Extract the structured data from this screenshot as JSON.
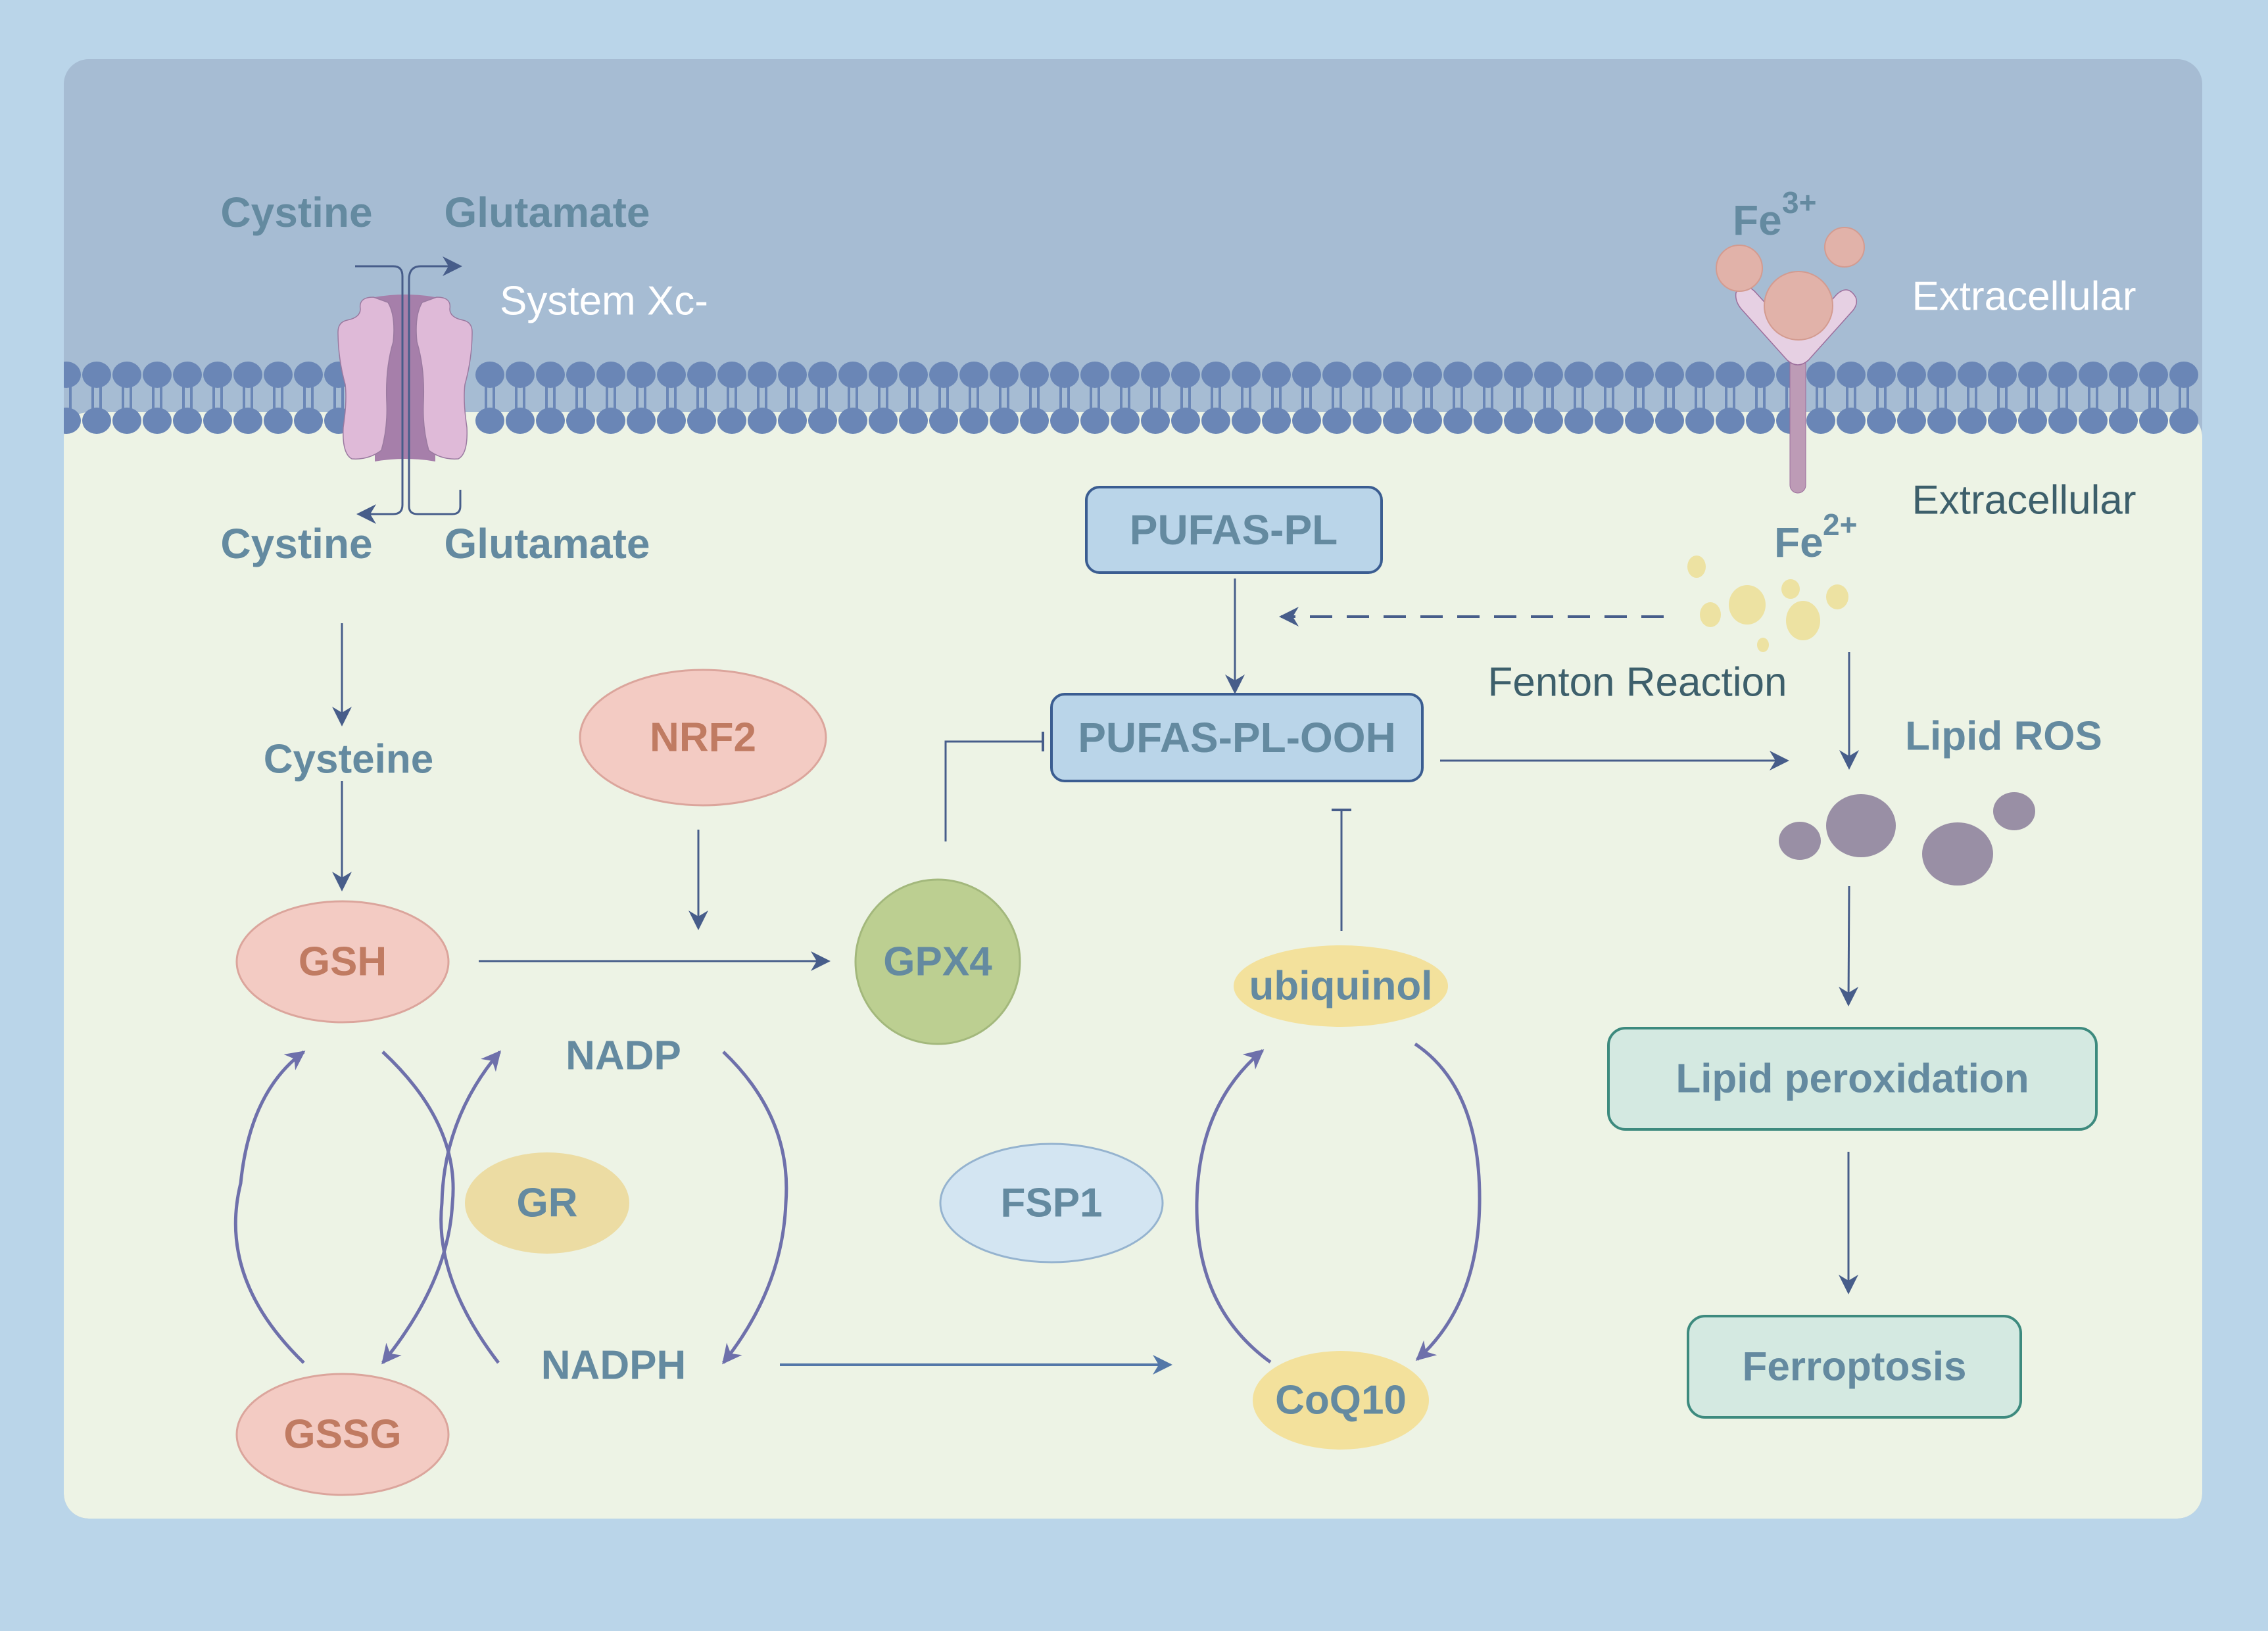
{
  "colors": {
    "page_background": "#bad5e9",
    "extracellular_region": "#a6bcd3",
    "intracellular_region": "#edf3e5",
    "membrane": "#6a86b6",
    "text_primary": "#648aa0",
    "text_enzyme_pink": "#c07b62",
    "arrow": "#475d8a",
    "cycle_arrow": "#6e70ab",
    "node_pink_fill": "#f3cbc3",
    "node_pink_stroke": "#dba59c",
    "node_green_fill": "#bccf91",
    "node_yellow_fill": "#f3e19c",
    "node_gr_fill": "#ecdca3",
    "node_fsp1_fill": "#d3e5f2",
    "box_blue_fill": "#bad5e9",
    "box_blue_stroke": "#3b5d91",
    "box_green_fill": "#d4e9e1",
    "box_green_stroke": "#3d8a7e",
    "transporter_light": "#dfbad8",
    "transporter_dark": "#a67faa",
    "receptor_stem": "#bd9bb6",
    "receptor_arms": "#e6d0e3",
    "fe3_particle": "#e1b2a9",
    "fe2_particle": "#ede2a2",
    "lipid_ros_particle": "#998fa5"
  },
  "regions": {
    "extracellular_top": "Extracellular",
    "extracellular_bottom": "Extracellular"
  },
  "transporter": {
    "name": "System Xc-",
    "outside_in": "Cystine",
    "outside_out": "Glutamate",
    "inside_in": "Cystine",
    "inside_out": "Glutamate"
  },
  "iron": {
    "fe3_base": "Fe",
    "fe3_charge": "3+",
    "fe2_base": "Fe",
    "fe2_charge": "2+",
    "fenton_label": "Fenton Reaction"
  },
  "nodes": {
    "cysteine": "Cysteine",
    "gsh": "GSH",
    "gssg": "GSSG",
    "nrf2": "NRF2",
    "gpx4": "GPX4",
    "gr": "GR",
    "nadp": "NADP",
    "nadph": "NADPH",
    "fsp1": "FSP1",
    "ubiquinol": "ubiquinol",
    "coq10": "CoQ10",
    "pufas_pl": "PUFAS-PL",
    "pufas_pl_ooh": "PUFAS-PL-OOH",
    "lipid_ros": "Lipid ROS",
    "lipid_peroxidation": "Lipid peroxidation",
    "ferroptosis": "Ferroptosis"
  },
  "relations": [
    {
      "from": "Cystine (intracellular)",
      "to": "Cysteine",
      "type": "activation"
    },
    {
      "from": "Cysteine",
      "to": "GSH",
      "type": "activation"
    },
    {
      "from": "GSH",
      "to": "GPX4",
      "type": "activation"
    },
    {
      "from": "NRF2",
      "to": "GSH-GPX4 axis",
      "type": "activation"
    },
    {
      "from": "GPX4",
      "to": "PUFAS-PL-OOH",
      "type": "inhibition"
    },
    {
      "from": "PUFAS-PL",
      "to": "PUFAS-PL-OOH",
      "type": "activation"
    },
    {
      "from": "Fe2+",
      "to": "PUFAS-PL",
      "type": "dashed activation",
      "label": "Fenton Reaction"
    },
    {
      "from": "Fe2+",
      "to": "Lipid ROS",
      "type": "activation"
    },
    {
      "from": "PUFAS-PL-OOH",
      "to": "Lipid ROS",
      "type": "activation"
    },
    {
      "from": "ubiquinol",
      "to": "PUFAS-PL-OOH",
      "type": "inhibition"
    },
    {
      "from": "NADPH",
      "to": "CoQ10",
      "type": "activation"
    },
    {
      "from": "Lipid ROS",
      "to": "Lipid peroxidation",
      "type": "activation"
    },
    {
      "from": "Lipid peroxidation",
      "to": "Ferroptosis",
      "type": "activation"
    },
    {
      "from": "GSH",
      "to": "GSSG",
      "type": "cycle",
      "catalyst": "GR"
    },
    {
      "from": "NADPH",
      "to": "NADP",
      "type": "cycle",
      "catalyst": "GR"
    },
    {
      "from": "CoQ10",
      "to": "ubiquinol",
      "type": "cycle",
      "catalyst": "FSP1"
    }
  ]
}
